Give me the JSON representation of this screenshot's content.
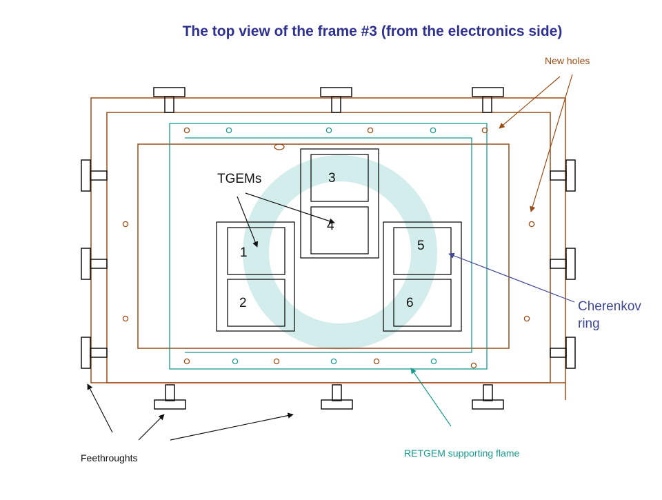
{
  "title": "The top view of the frame #3 (from the electronics side)",
  "labels": {
    "new_holes": "New holes",
    "cherenkov_line1": "Cherenkov",
    "cherenkov_line2": "ring",
    "feedthroughs": "Feethroughts",
    "retgem": "RETGEM supporting flame",
    "tgems": "TGEMs"
  },
  "tgem_numbers": [
    "1",
    "2",
    "3",
    "4",
    "5",
    "6"
  ],
  "colors": {
    "frame": "#9b4a13",
    "retgem": "#159b8f",
    "ring": "#d3ecec",
    "title": "#2e3192",
    "cherenkov_arrow": "#3f4896",
    "black": "#111111"
  }
}
